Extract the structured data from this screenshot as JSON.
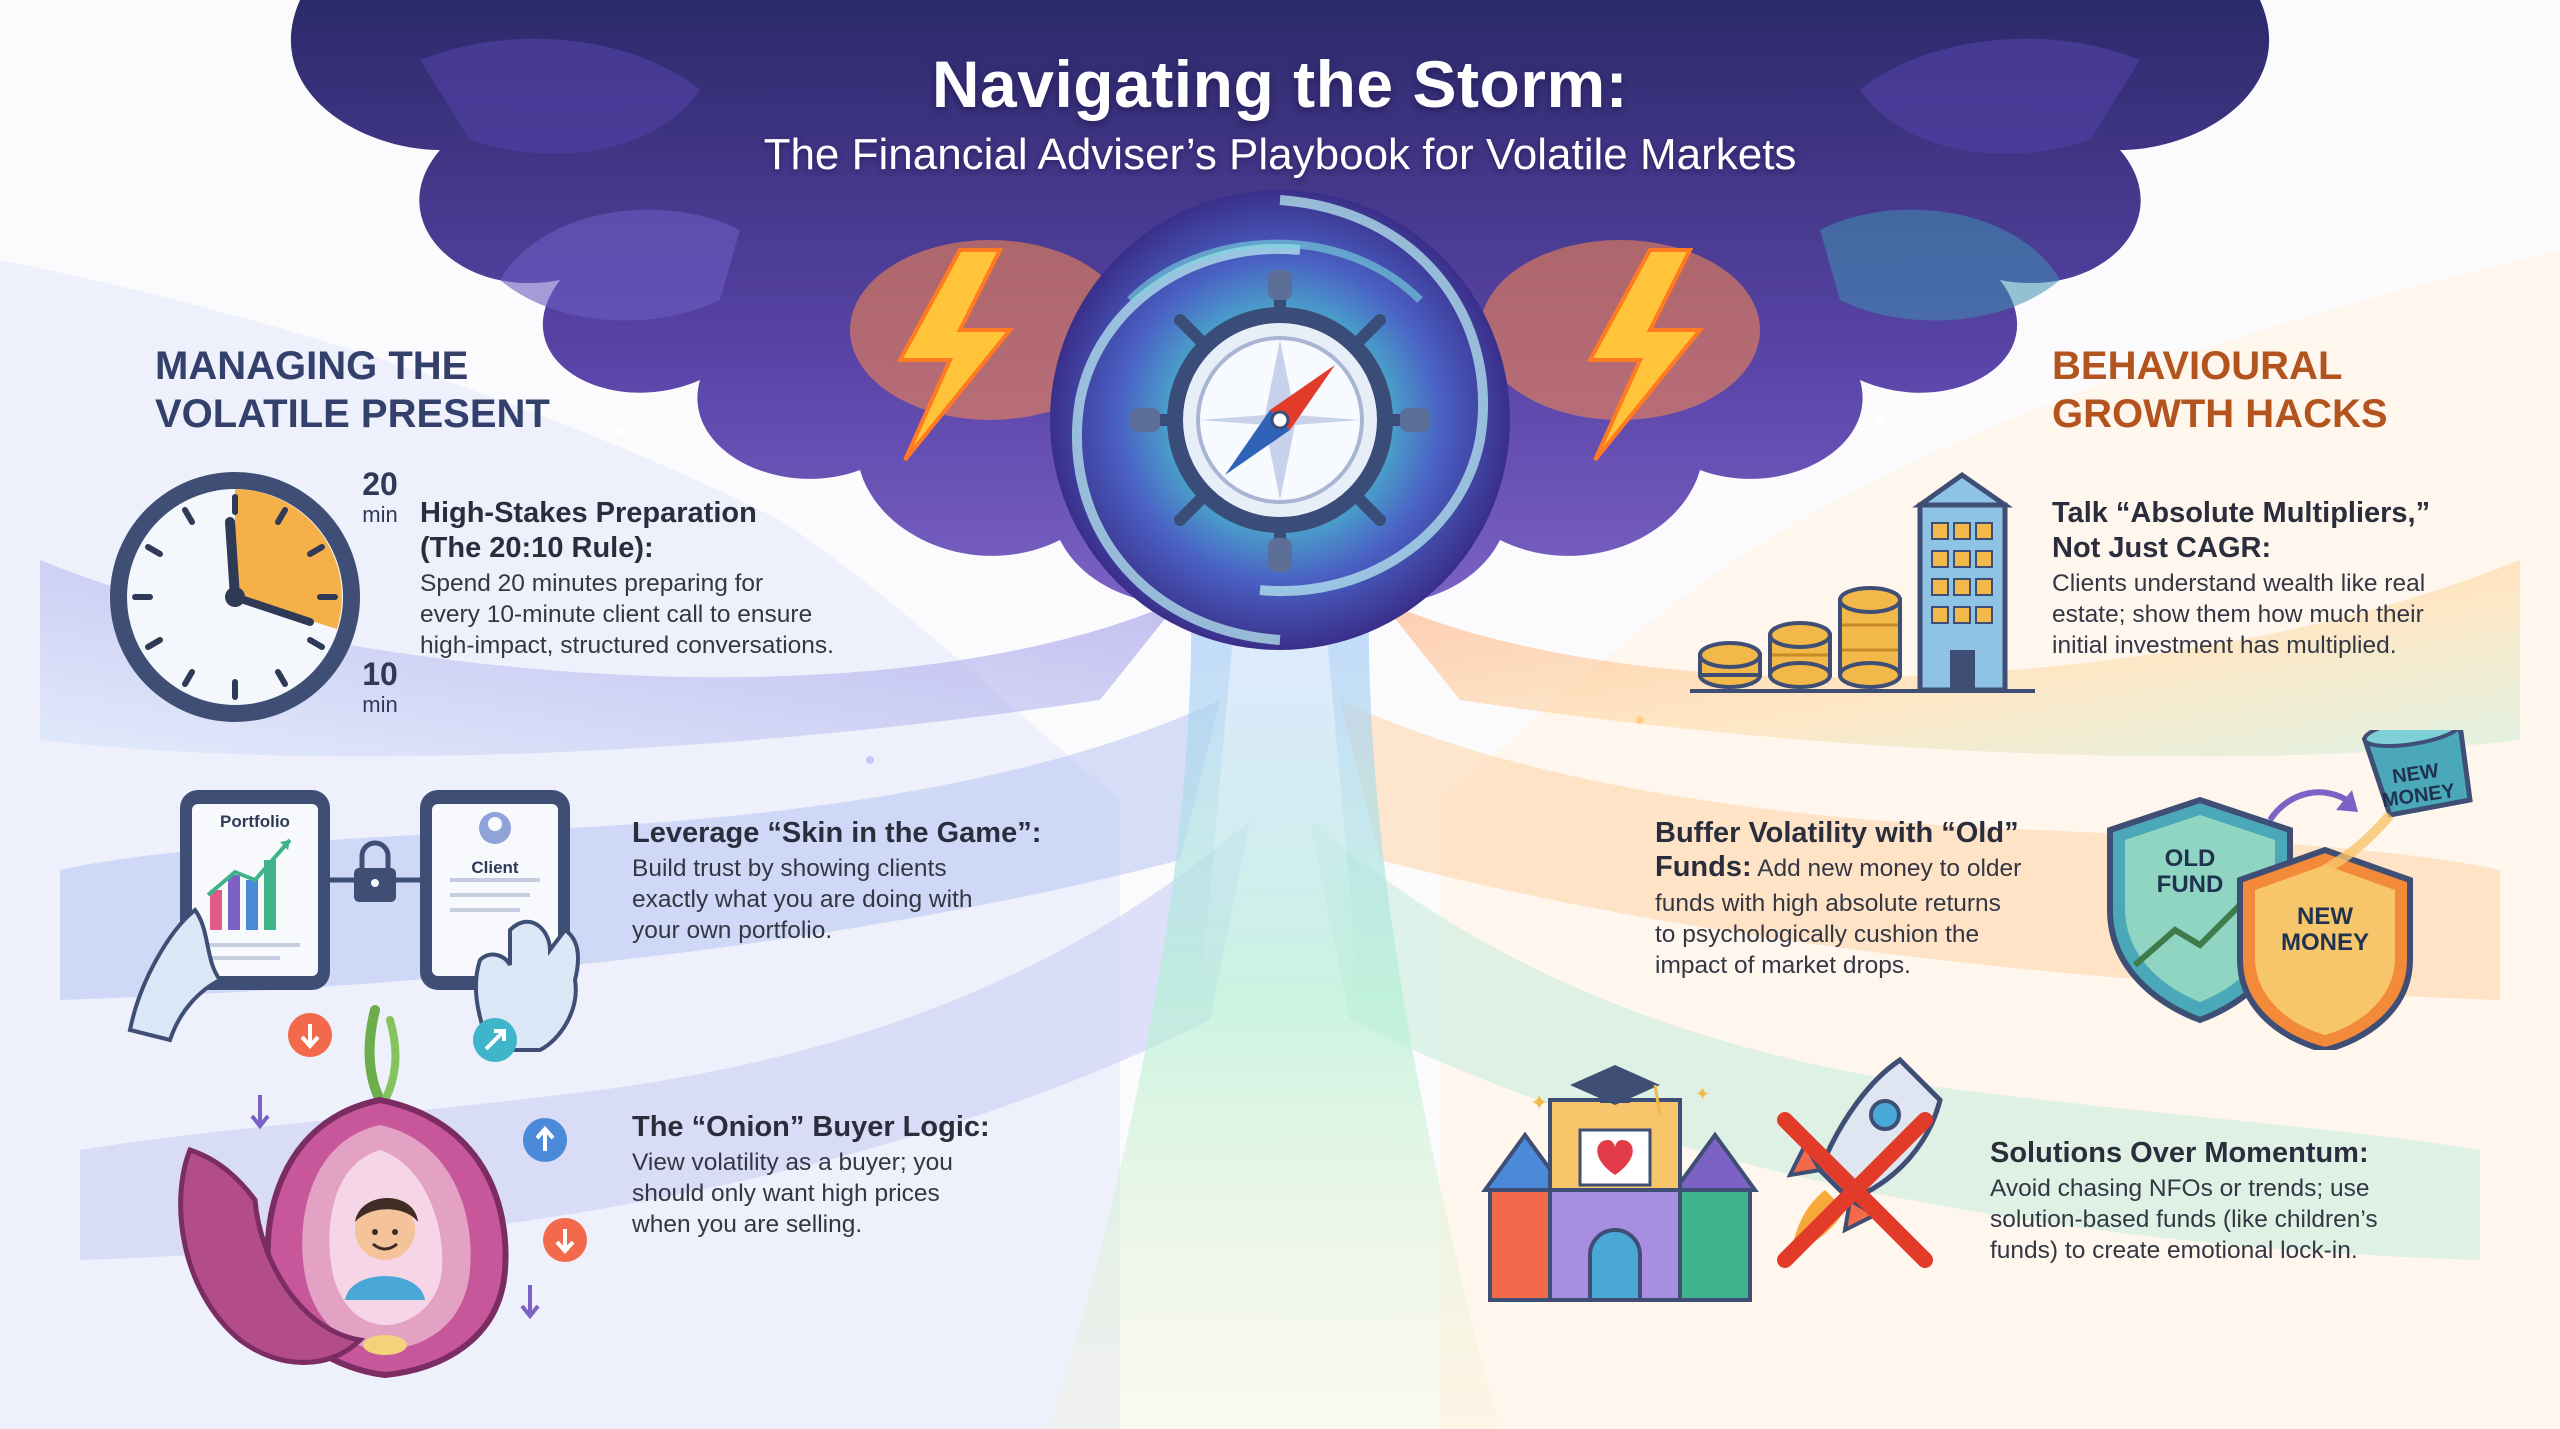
{
  "header": {
    "title": "Navigating the Storm:",
    "subtitle": "The Financial Adviser’s Playbook for Volatile Markets"
  },
  "left_section": {
    "heading": "MANAGING THE\nVOLATILE PRESENT",
    "items": [
      {
        "title": "High-Stakes Preparation\n(The 20:10 Rule):",
        "body": "Spend 20 minutes preparing for\nevery 10-minute client call to ensure\nhigh-impact, structured conversations.",
        "icon": "clock-icon",
        "labels": {
          "top_num": "20",
          "top_unit": "min",
          "bottom_num": "10",
          "bottom_unit": "min"
        }
      },
      {
        "title": "Leverage “Skin in the Game”:",
        "body": "Build trust by showing clients\nexactly what you are doing with\nyour own portfolio.",
        "icon": "tablets-icon",
        "labels": {
          "left_tablet": "Portfolio",
          "right_tablet": "Client"
        }
      },
      {
        "title": "The “Onion” Buyer Logic:",
        "body": "View volatility as a buyer; you\nshould only want high prices\nwhen you are selling.",
        "icon": "onion-icon"
      }
    ]
  },
  "right_section": {
    "heading": "BEHAVIOURAL\nGROWTH HACKS",
    "items": [
      {
        "title": "Talk “Absolute Multipliers,”\nNot Just CAGR:",
        "body": "Clients understand wealth like real\nestate; show them how much their\ninitial investment has multiplied.",
        "icon": "coins-building-icon"
      },
      {
        "title": "Buffer Volatility with “Old”",
        "title_cont": "Funds:",
        "body_inline": " Add new money to older",
        "body": "funds with high absolute returns\nto psychologically cushion the\nimpact of market drops.",
        "icon": "shields-icon",
        "labels": {
          "old_fund": "OLD\nFUND",
          "new_money_shield": "NEW\nMONEY",
          "new_money_bucket": "NEW\nMONEY"
        }
      },
      {
        "title": "Solutions Over Momentum:",
        "body": "Avoid chasing NFOs or trends; use\nsolution-based funds (like children’s\nfunds) to create emotional lock-in.",
        "icon": "castle-rocket-icon"
      }
    ]
  },
  "colors": {
    "storm_dark": "#2a2c6e",
    "storm_purple": "#6a4fb8",
    "swirl_teal": "#3fc3c8",
    "left_heading": "#34406c",
    "right_heading": "#b3541e",
    "lightning": "#ffb020"
  }
}
